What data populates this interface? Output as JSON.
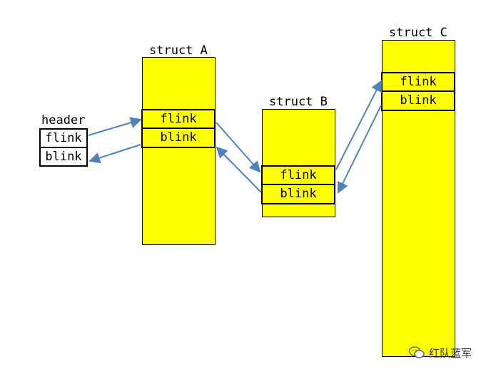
{
  "header": {
    "title": "header",
    "fields": [
      "flink",
      "blink"
    ]
  },
  "structs": [
    {
      "title": "struct A",
      "fields": [
        "flink",
        "blink"
      ]
    },
    {
      "title": "struct B",
      "fields": [
        "flink",
        "blink"
      ]
    },
    {
      "title": "struct C",
      "fields": [
        "flink",
        "blink"
      ]
    }
  ],
  "watermark": {
    "text": "红队蓝军",
    "icon": "wechat-icon"
  },
  "colors": {
    "struct_fill": "#ffff00",
    "arrow": "#4f81bd",
    "border": "#000000"
  }
}
